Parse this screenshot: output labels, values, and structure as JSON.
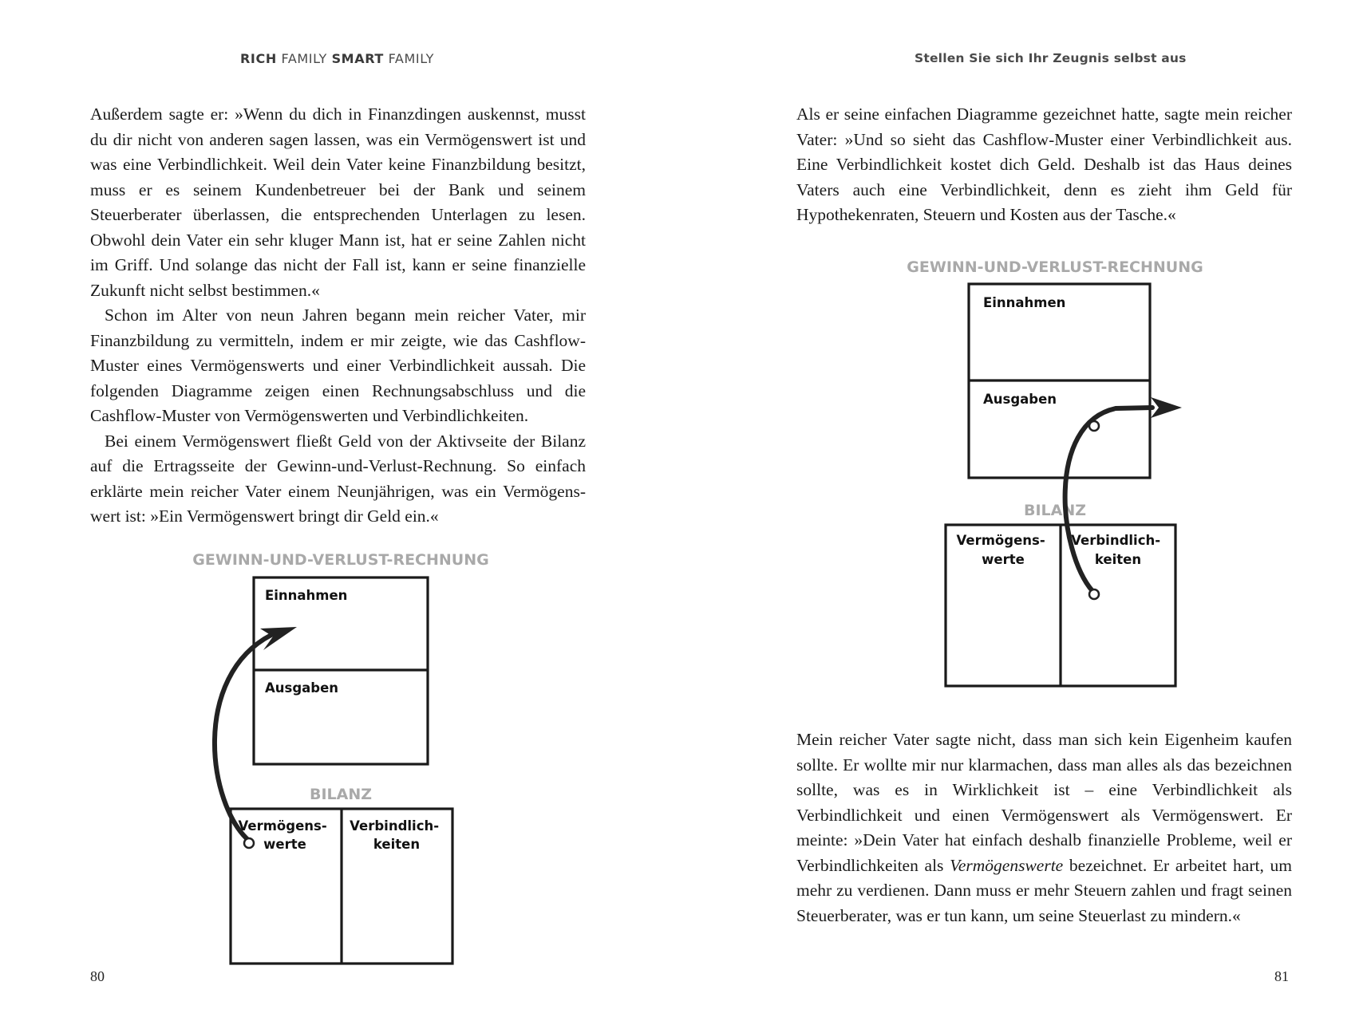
{
  "left_page": {
    "header": {
      "word1": "RICH",
      "word2": " FAMILY ",
      "word3": "SMART",
      "word4": " FAMILY"
    },
    "paragraphs": [
      "Außerdem sagte er: »Wenn du dich in Finanzdingen auskennst, musst du dir nicht von anderen sagen lassen, was ein Vermögenswert ist und was eine Verbindlichkeit. Weil dein Vater keine Finanzbil&shy;dung besitzt, muss er es seinem Kundenbetreuer bei der Bank und seinem Steuerberater überlassen, die entsprechenden Unterlagen zu lesen. Obwohl dein Vater ein sehr kluger Mann ist, hat er seine Zah&shy;len nicht im Griff. Und solange das nicht der Fall ist, kann er seine finanzielle Zukunft nicht selbst bestimmen.«",
      "Schon im Alter von neun Jahren begann mein reicher Vater, mir Finanzbildung zu vermitteln, indem er mir zeigte, wie das Cash&shy;flow-Muster eines Vermögenswerts und einer Verbindlichkeit aussah. Die folgenden Diagramme zeigen einen Rechnungsabschluss und die Cashflow-Muster von Vermögenswerten und Verbindlichkeiten.",
      "Bei einem Vermögenswert fließt Geld von der Aktivseite der Bilanz auf die Ertragsseite der Gewinn-und-Verlust-Rechnung. So einfach erklärte mein reicher Vater einem Neunjährigen, was ein Vermögens&shy;wert ist: »Ein Vermögenswert bringt dir Geld ein.«"
    ],
    "diagram": {
      "income_title": "GEWINN-UND-VERLUST-RECHNUNG",
      "income_label": "Einnahmen",
      "expenses_label": "Ausgaben",
      "balance_title": "BILANZ",
      "assets_line1": "Vermögens-",
      "assets_line2": "werte",
      "liabilities_line1": "Verbindlich-",
      "liabilities_line2": "keiten"
    },
    "page_number": "80"
  },
  "right_page": {
    "header": "Stellen Sie sich Ihr Zeugnis selbst aus",
    "paragraphs_top": [
      "Als er seine einfachen Diagramme gezeichnet hatte, sagte mein reicher Vater: »Und so sieht das Cashflow-Muster einer Verbind&shy;lichkeit aus. Eine Verbindlichkeit kostet dich Geld. Deshalb ist das Haus deines Vaters auch eine Verbindlichkeit, denn es zieht ihm Geld für Hypothekenraten, Steuern und Kosten aus der Tasche.«"
    ],
    "diagram": {
      "income_title": "GEWINN-UND-VERLUST-RECHNUNG",
      "income_label": "Einnahmen",
      "expenses_label": "Ausgaben",
      "balance_title": "BILANZ",
      "assets_line1": "Vermögens-",
      "assets_line2": "werte",
      "liabilities_line1": "Verbindlich-",
      "liabilities_line2": "keiten"
    },
    "paragraph_bottom": {
      "before_italic": "Mein reicher Vater sagte nicht, dass man sich kein Eigenheim kau&shy;fen sollte. Er wollte mir nur klarmachen, dass man alles als das be&shy;zeichnen sollte, was es in Wirklichkeit ist – eine Verbindlichkeit als Verbindlichkeit und einen Vermögenswert als Vermögenswert. Er meinte: »Dein Vater hat einfach deshalb finanzielle Probleme, weil er Verbindlichkeiten als ",
      "italic": "Vermögenswerte",
      "after_italic": " bezeichnet. Er arbeitet hart, um mehr zu verdienen. Dann muss er mehr Steuern zahlen und fragt sei&shy;nen Steuerberater, was er tun kann, um seine Steuerlast zu mindern.«"
    },
    "page_number": "81"
  }
}
